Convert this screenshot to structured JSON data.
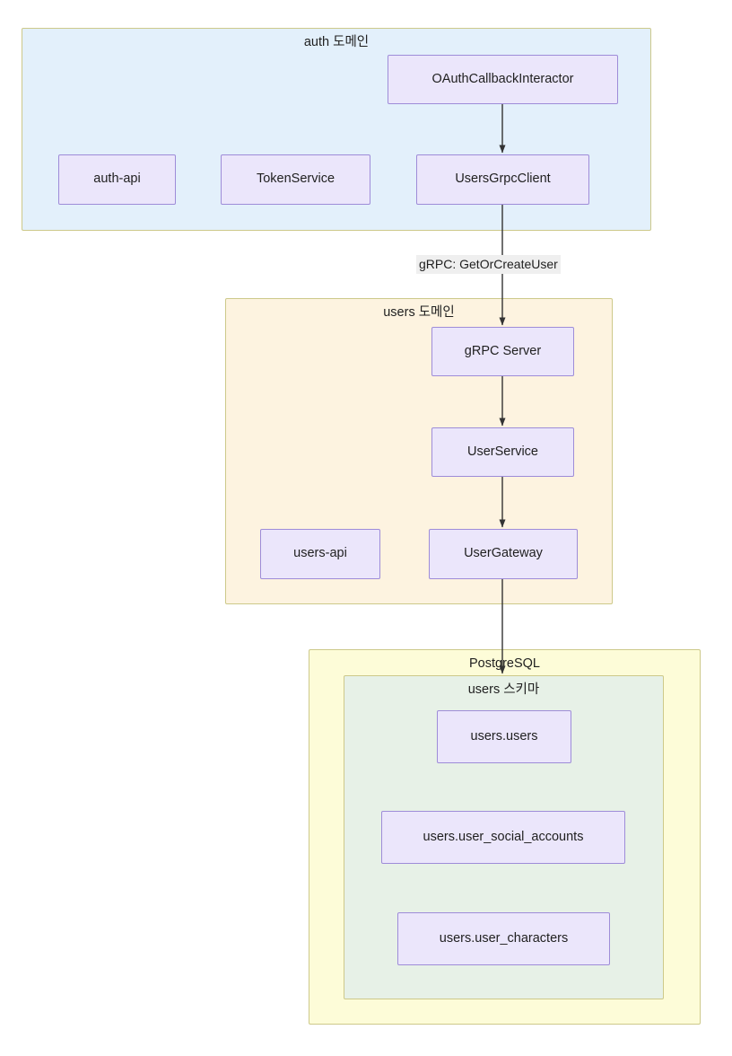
{
  "diagram": {
    "type": "architecture-flowchart",
    "subgraphs": [
      {
        "id": "auth-domain",
        "title": "auth 도메인",
        "fill": "#e3f0fb",
        "stroke": "#cdc98a"
      },
      {
        "id": "users-domain",
        "title": "users 도메인",
        "fill": "#fdf3e0",
        "stroke": "#cdc98a"
      },
      {
        "id": "postgres-group",
        "title": "PostgreSQL",
        "fill": "#fdfcd8",
        "stroke": "#cdc98a"
      },
      {
        "id": "users-schema",
        "title": "users 스키마",
        "fill": "#e7f1e7",
        "stroke": "#cdc98a"
      }
    ],
    "nodes": [
      {
        "id": "oauthcallbackinteractor",
        "label": "OAuthCallbackInteractor",
        "group": "auth-domain"
      },
      {
        "id": "auth-api",
        "label": "auth-api",
        "group": "auth-domain"
      },
      {
        "id": "tokenservice",
        "label": "TokenService",
        "group": "auth-domain"
      },
      {
        "id": "usersgrpcclient",
        "label": "UsersGrpcClient",
        "group": "auth-domain"
      },
      {
        "id": "grpc-server",
        "label": "gRPC Server",
        "group": "users-domain"
      },
      {
        "id": "userservice",
        "label": "UserService",
        "group": "users-domain"
      },
      {
        "id": "users-api",
        "label": "users-api",
        "group": "users-domain"
      },
      {
        "id": "usergateway",
        "label": "UserGateway",
        "group": "users-domain"
      },
      {
        "id": "users-users",
        "label": "users.users",
        "group": "users-schema"
      },
      {
        "id": "users-user-social-accounts",
        "label": "users.user_social_accounts",
        "group": "users-schema"
      },
      {
        "id": "users-user-characters",
        "label": "users.user_characters",
        "group": "users-schema"
      }
    ],
    "edges": [
      {
        "from": "oauthcallbackinteractor",
        "to": "usersgrpcclient",
        "label": ""
      },
      {
        "from": "usersgrpcclient",
        "to": "grpc-server",
        "label": "gRPC: GetOrCreateUser"
      },
      {
        "from": "grpc-server",
        "to": "userservice",
        "label": ""
      },
      {
        "from": "userservice",
        "to": "usergateway",
        "label": ""
      },
      {
        "from": "usergateway",
        "to": "users-schema",
        "label": ""
      }
    ],
    "node_style": {
      "fill": "#ebe6fb",
      "stroke": "#9e8cd8",
      "text": "#1f1f1f"
    },
    "edge_style": {
      "stroke": "#333333",
      "label_background": "#efefef"
    }
  }
}
